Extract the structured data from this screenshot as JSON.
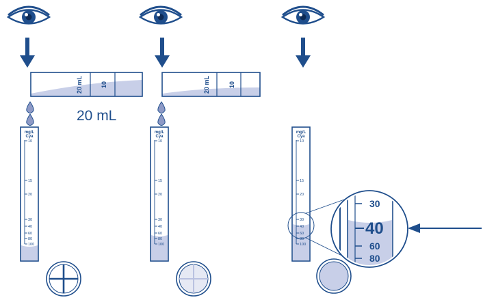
{
  "colors": {
    "primary": "#1f4e8c",
    "liquid": "#c8cfe8",
    "liquid_light": "#dde2f2",
    "iris": "#1f4e8c",
    "background": "#ffffff"
  },
  "volume_caption": "20 mL",
  "beaker": {
    "volume_label": "20 mL",
    "mark_label": "10"
  },
  "tube": {
    "unit_line1": "mg/L",
    "unit_line2": "Cya",
    "scale": [
      "10",
      "15",
      "20",
      "30",
      "40",
      "60",
      "80",
      "100"
    ]
  },
  "magnifier": {
    "scale": [
      "30",
      "40",
      "60",
      "80"
    ],
    "highlight": "40"
  },
  "icons": {
    "eye": "eye-icon",
    "arrow": "arrow-down-icon",
    "drop": "drop-icon",
    "reading_arrow": "arrow-left-icon",
    "disc_clear": "crosshair-clear-icon",
    "disc_faint": "crosshair-faint-icon",
    "disc_hidden": "crosshair-hidden-icon"
  }
}
